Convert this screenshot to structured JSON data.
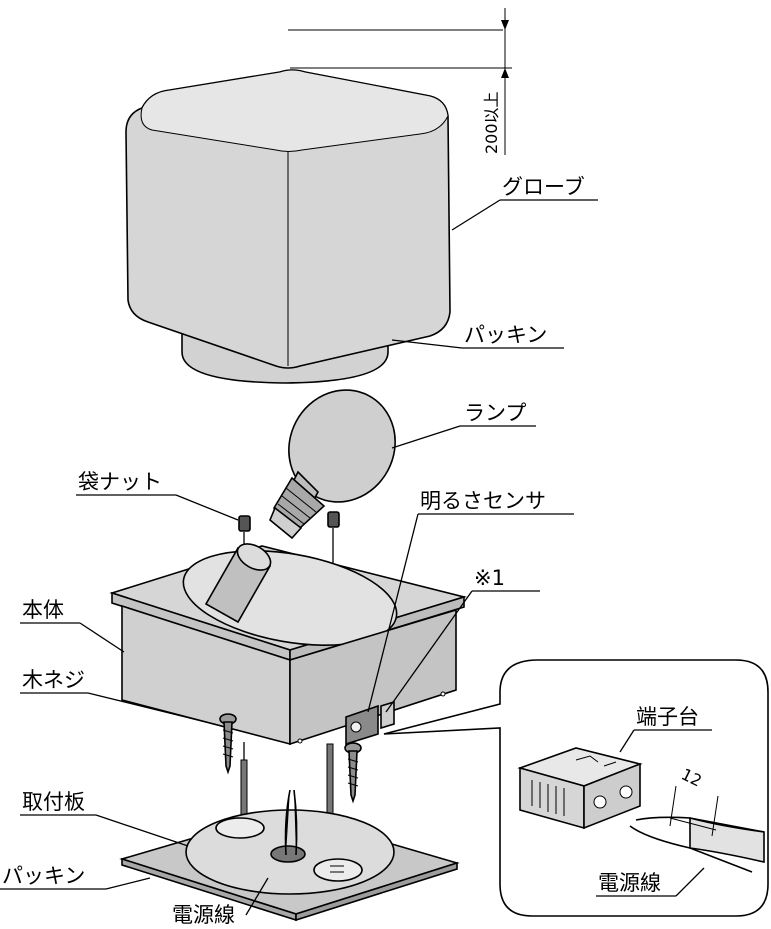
{
  "labels": {
    "glove": "グローブ",
    "packing_top": "パッキン",
    "lamp": "ランプ",
    "cap_nut": "袋ナット",
    "light_sensor": "明るさセンサ",
    "body": "本体",
    "note_mark": "※1",
    "wood_screw": "木ネジ",
    "mount_plate": "取付板",
    "packing_bottom": "パッキン",
    "power_wire_bottom": "電源線",
    "terminal_block": "端子台",
    "power_wire_detail": "電源線"
  },
  "dimensions": {
    "clearance_top": "200以上",
    "strip_length": "12"
  },
  "colors": {
    "fill": "#d9d9d9",
    "fill_dark": "#bdbdbd",
    "fill_light": "#ececec",
    "line": "#000000",
    "background": "#ffffff"
  }
}
